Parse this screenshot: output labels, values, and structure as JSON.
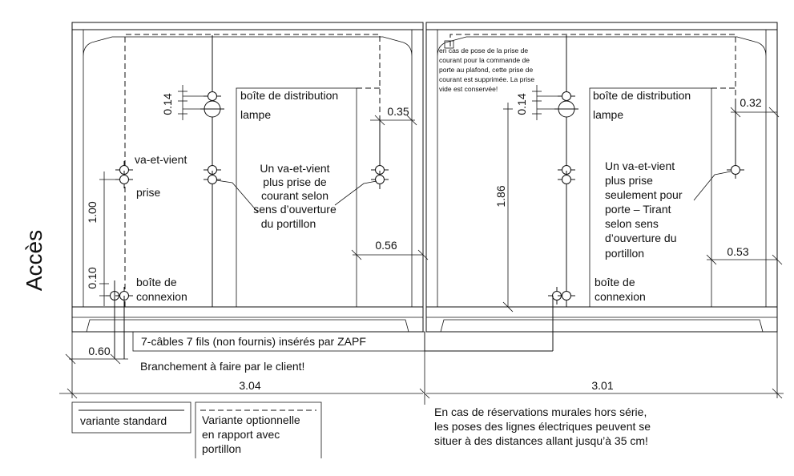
{
  "side_label": "Accès",
  "left": {
    "label_distribution": "boîte de distribution",
    "label_lamp": "lampe",
    "label_switch": "va-et-vient",
    "label_socket": "prise",
    "center_note": [
      "Un va-et-vient",
      "plus prise de",
      "courant selon",
      "sens d’ouverture",
      "du portillon"
    ],
    "label_junction": [
      "boîte de",
      "connexion"
    ],
    "dim_014": "0.14",
    "dim_100": "1.00",
    "dim_010": "0.10",
    "dim_035": "0.35",
    "dim_056": "0.56",
    "dim_060": "0.60",
    "width": "3.04"
  },
  "right": {
    "small_note": [
      "en cas de pose de la prise de",
      "courant pour la commande de",
      "porte au plafond, cette prise de",
      "courant est supprimée. La prise",
      "vide est conservée!"
    ],
    "label_distribution": "boîte de distribution",
    "label_lamp": "lampe",
    "center_note": [
      "Un va-et-vient",
      "plus prise",
      "seulement pour",
      "porte – Tirant",
      "selon sens",
      "d’ouverture du",
      "portillon"
    ],
    "label_junction": [
      "boîte de",
      "connexion"
    ],
    "dim_014": "0.14",
    "dim_186": "1.86",
    "dim_032": "0.32",
    "dim_053": "0.53",
    "width": "3.01"
  },
  "cable_note": "7-câbles 7 fils (non fournis) insérés par ZAPF",
  "client_note": "Branchement à faire par le client!",
  "legend": {
    "standard": "variante standard",
    "optional": [
      "Variante optionnelle",
      "en rapport avec",
      "portillon"
    ]
  },
  "bottom_note": [
    "En cas de réservations murales hors série,",
    "les poses des lignes électriques peuvent se",
    "situer à des distances allant jusqu’à 35 cm!"
  ]
}
